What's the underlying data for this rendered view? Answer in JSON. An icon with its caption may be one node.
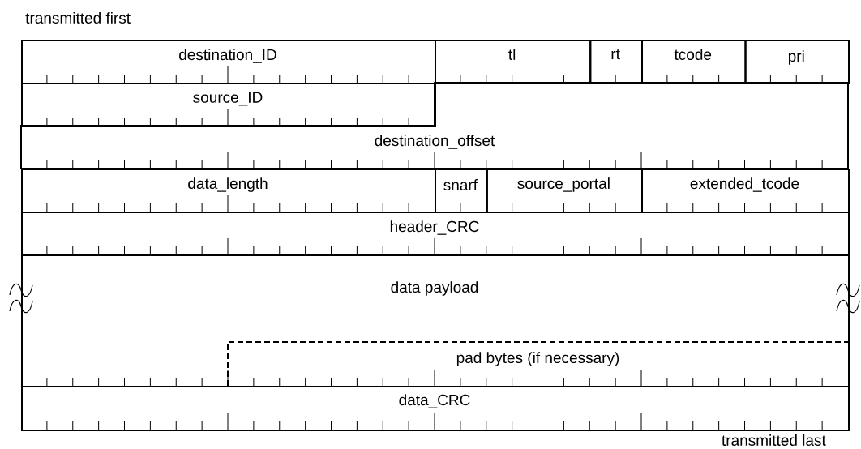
{
  "diagram": {
    "nodes": [
      {
        "text": [
          "destination_ID"
        ]
      },
      {
        "text": [
          "tl"
        ]
      },
      {
        "text": [
          "rt"
        ]
      },
      {
        "text": [
          "tcode"
        ]
      },
      {
        "text": [
          "pri"
        ]
      },
      {
        "text": [
          "source_ID"
        ]
      },
      {
        "text": [
          "destination_offset"
        ]
      },
      {
        "text": [
          "data_length"
        ]
      },
      {
        "text": [
          "snarf"
        ]
      },
      {
        "text": [
          "source_portal"
        ]
      },
      {
        "text": [
          "extended_tcode"
        ]
      },
      {
        "text": [
          "header_CRC"
        ]
      },
      {
        "text": [
          "data payload"
        ]
      },
      {
        "text": [
          "pad bytes (if necessary)"
        ],
        "in": 12
      },
      {
        "text": [
          "data_CRC"
        ]
      }
    ],
    "edges": [],
    "labels": [
      "transmitted first",
      "transmitted last"
    ]
  }
}
